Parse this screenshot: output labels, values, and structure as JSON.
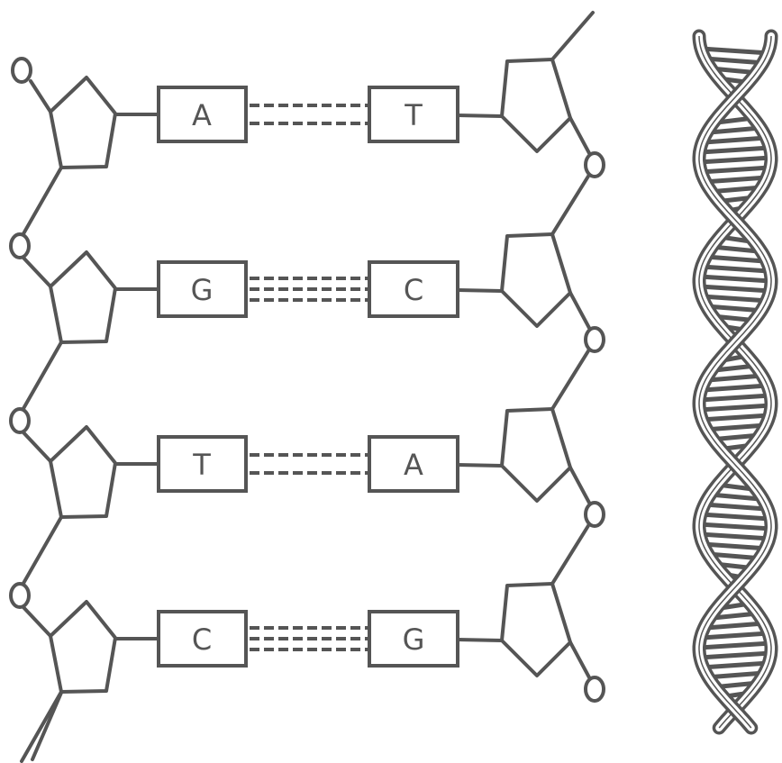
{
  "colors": {
    "stroke": "#555555",
    "background": "#ffffff"
  },
  "pairs": [
    {
      "left": "A",
      "right": "T",
      "bonds": 2
    },
    {
      "left": "G",
      "right": "C",
      "bonds": 3
    },
    {
      "left": "T",
      "right": "A",
      "bonds": 2
    },
    {
      "left": "C",
      "right": "G",
      "bonds": 3
    }
  ]
}
